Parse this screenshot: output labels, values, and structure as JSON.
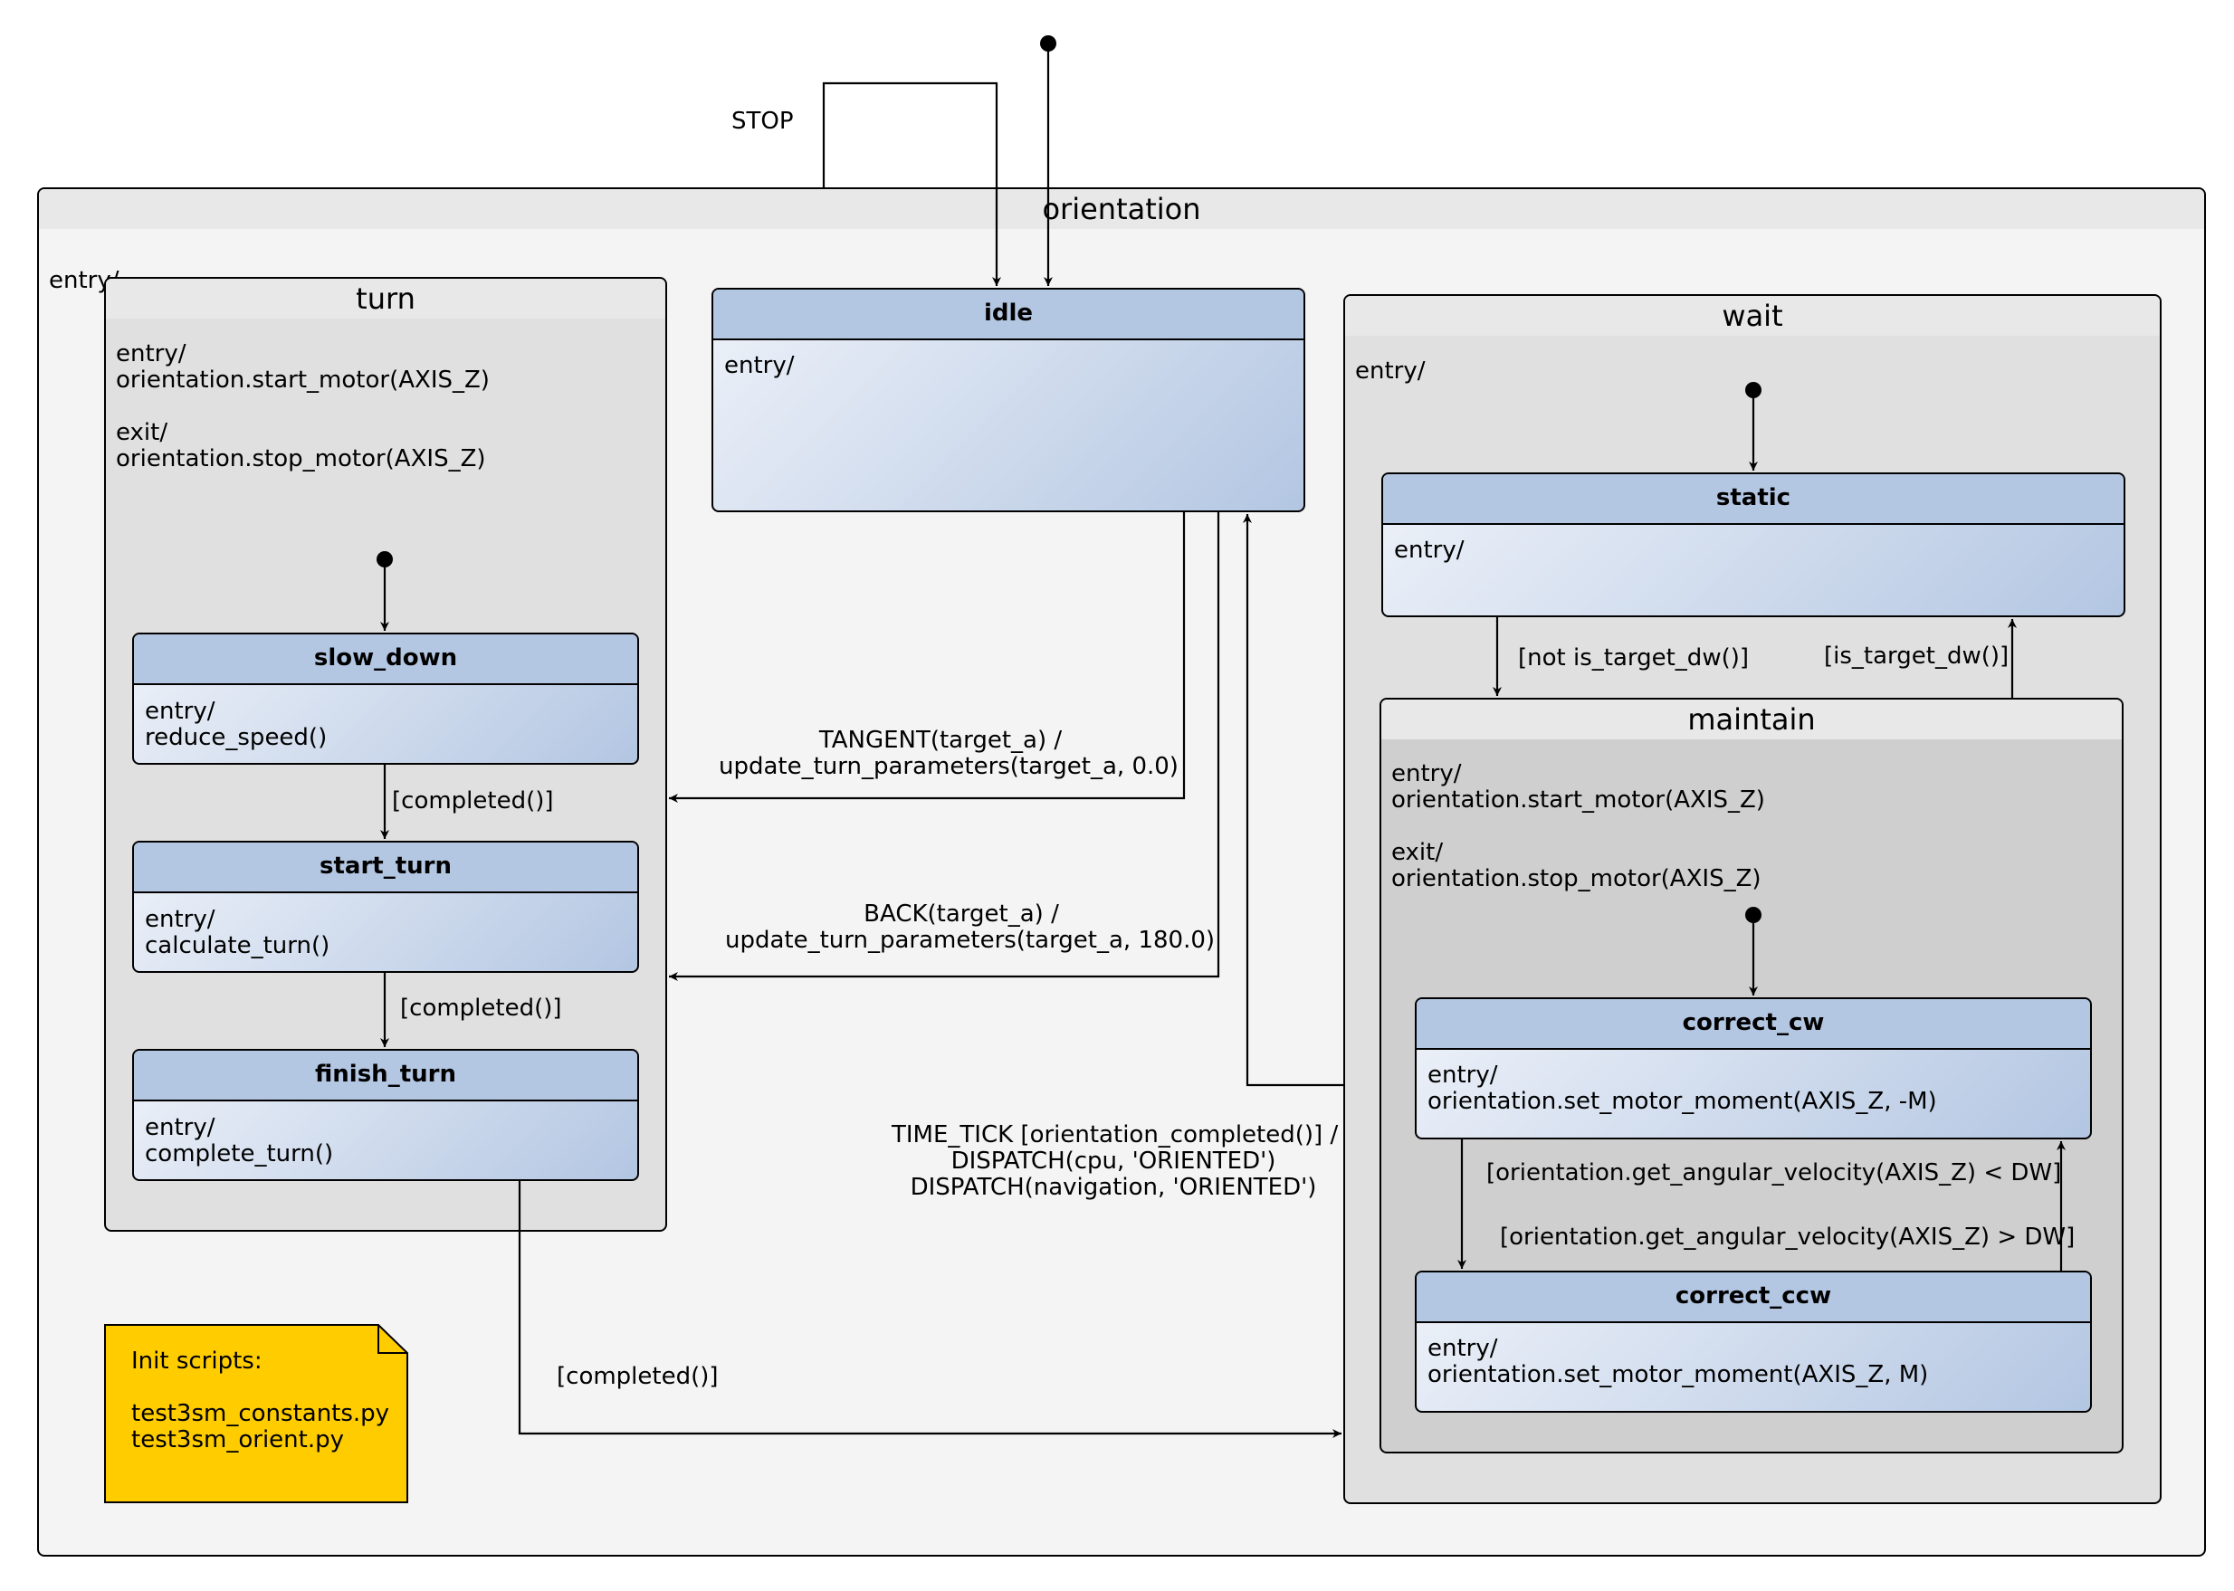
{
  "colors": {
    "outer_bg": "#f4f4f4",
    "outer_header": "#e8e8e8",
    "composite_bg": "#e0e0e0",
    "nested_bg": "#cfcfcf",
    "state_header": "#b3c6e2",
    "state_gradient_light": "#eef2f9",
    "note_bg": "#ffcc00"
  },
  "outer": {
    "title": "orientation",
    "entry": "entry/"
  },
  "stop_label": "STOP",
  "turn": {
    "title": "turn",
    "actions": "entry/\norientation.start_motor(AXIS_Z)\n\nexit/\norientation.stop_motor(AXIS_Z)",
    "states": {
      "slow_down": {
        "name": "slow_down",
        "body": "entry/\nreduce_speed()"
      },
      "start_turn": {
        "name": "start_turn",
        "body": "entry/\ncalculate_turn()"
      },
      "finish_turn": {
        "name": "finish_turn",
        "body": "entry/\ncomplete_turn()"
      }
    },
    "guard1": "[completed()]",
    "guard2": "[completed()]"
  },
  "idle": {
    "name": "idle",
    "body": "entry/"
  },
  "wait": {
    "title": "wait",
    "entry": "entry/",
    "static": {
      "name": "static",
      "body": "entry/"
    },
    "guard_not_target": "[not is_target_dw()]",
    "guard_target": "[is_target_dw()]",
    "maintain": {
      "title": "maintain",
      "actions": "entry/\norientation.start_motor(AXIS_Z)\n\nexit/\norientation.stop_motor(AXIS_Z)",
      "correct_cw": {
        "name": "correct_cw",
        "body": "entry/\norientation.set_motor_moment(AXIS_Z, -M)"
      },
      "correct_ccw": {
        "name": "correct_ccw",
        "body": "entry/\norientation.set_motor_moment(AXIS_Z, M)"
      },
      "guard_lt": "[orientation.get_angular_velocity(AXIS_Z) < DW]",
      "guard_gt": "[orientation.get_angular_velocity(AXIS_Z) > DW]"
    }
  },
  "transitions": {
    "tangent": "TANGENT(target_a) /\nupdate_turn_parameters(target_a, 0.0)",
    "back": "BACK(target_a) /\nupdate_turn_parameters(target_a, 180.0)",
    "time_tick": "TIME_TICK [orientation_completed()] /\nDISPATCH(cpu, 'ORIENTED')\nDISPATCH(navigation, 'ORIENTED')",
    "completed_to_wait": "[completed()]"
  },
  "note": {
    "text": "Init scripts:\n\ntest3sm_constants.py\ntest3sm_orient.py"
  }
}
